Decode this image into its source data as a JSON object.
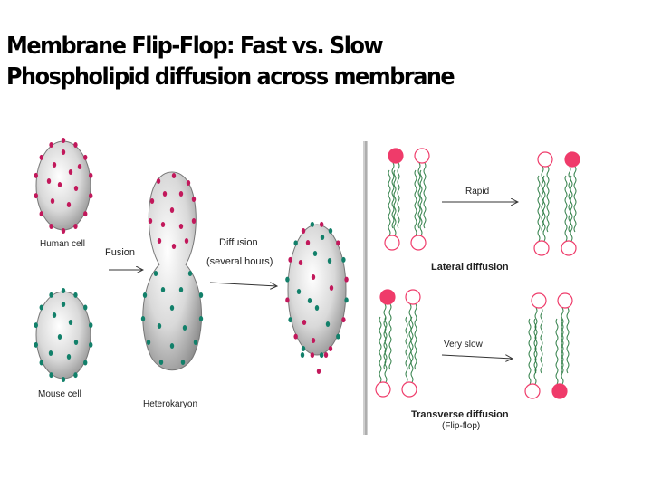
{
  "slide": {
    "title_line1": "Membrane Flip-Flop: Fast vs. Slow",
    "title_line2": "Phospholipid diffusion across membrane"
  },
  "fusion_panel": {
    "human_cell_label": "Human cell",
    "mouse_cell_label": "Mouse cell",
    "fusion_label": "Fusion",
    "diffusion_label": "Diffusion",
    "time_label": "(several hours)",
    "heterokaryon_label": "Heterokaryon"
  },
  "diffusion_panel": {
    "rapid_label": "Rapid",
    "lateral_caption": "Lateral diffusion",
    "very_slow_label": "Very slow",
    "transverse_caption": "Transverse diffusion",
    "flip_flop_caption": "(Flip-flop)"
  },
  "colors": {
    "human_marker": "#c2185b",
    "mouse_marker": "#12806a",
    "labeled_headgroup": "#ef3b6a",
    "lipid_tail": "#2e7d46"
  }
}
